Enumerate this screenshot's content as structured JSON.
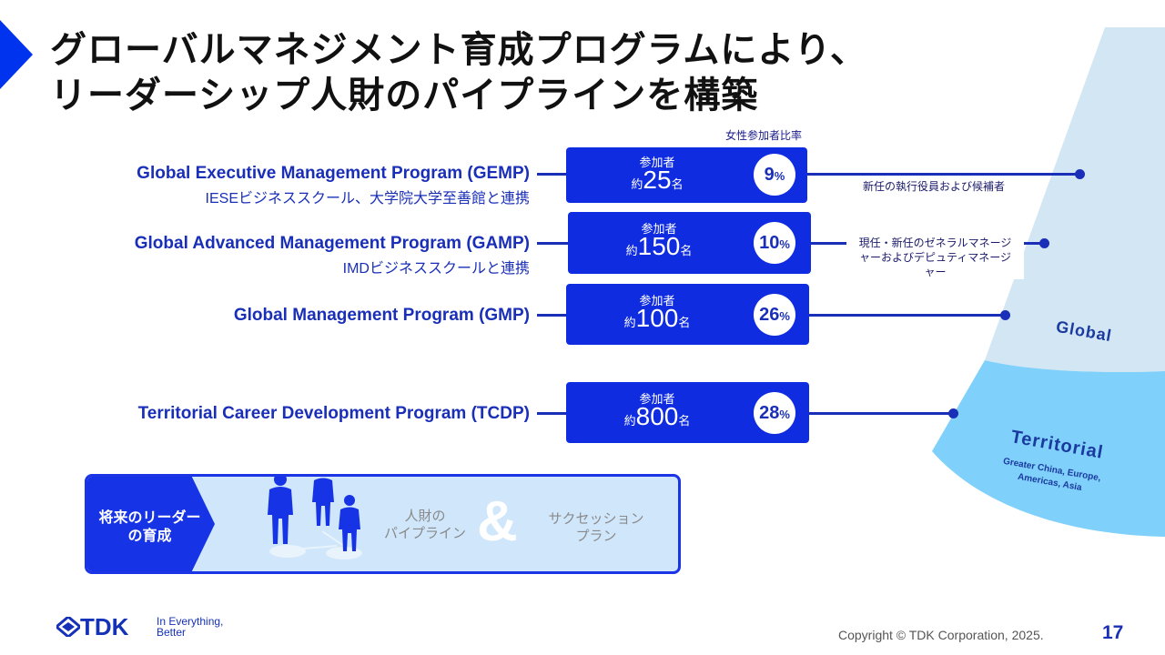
{
  "title": {
    "line1": "グローバルマネジメント育成プログラムにより、",
    "line2": "リーダーシップ人財のパイプラインを構築"
  },
  "female_ratio_header": "女性参加者比率",
  "participants_label": "参加者",
  "approx_prefix": "約",
  "count_suffix": "名",
  "percent_sign": "%",
  "programs": [
    {
      "name": "Global Executive Management Program (GEMP)",
      "sub": "IESEビジネススクール、大学院大学至善館と連携",
      "count": "25",
      "female_pct": "9",
      "target": "新任の執行役員および候補者"
    },
    {
      "name": "Global Advanced Management Program (GAMP)",
      "sub": "IMDビジネススクールと連携",
      "count": "150",
      "female_pct": "10",
      "target": "現任・新任のゼネラルマネージャーおよびデピュティマネージャー",
      "target_lines": [
        "現任・新任のゼネラルマネージ",
        "ャーおよびデピュティマネージ",
        "ャー"
      ]
    },
    {
      "name": "Global Management Program (GMP)",
      "sub": "",
      "count": "100",
      "female_pct": "26",
      "target": ""
    },
    {
      "name": "Territorial Career Development Program (TCDP)",
      "sub": "",
      "count": "800",
      "female_pct": "28",
      "target": ""
    }
  ],
  "funnel": {
    "global_label": "Global",
    "territorial_label": "Territorial",
    "territorial_sub_lines": [
      "Greater China, Europe,",
      "Americas, Asia"
    ],
    "colors": {
      "global": "#d3e6f4",
      "territorial": "#7fd0fa"
    }
  },
  "future_banner": {
    "arrow_lines": [
      "将来のリーダー",
      "の育成"
    ],
    "pipeline_lines": [
      "人財の",
      "パイプライン"
    ],
    "amp": "&",
    "succession_lines": [
      "サクセッション",
      "プラン"
    ]
  },
  "logo": {
    "name": "TDK",
    "tagline_lines": [
      "In Everything,",
      "Better"
    ]
  },
  "copyright": "Copyright © TDK Corporation, 2025.",
  "page_number": "17",
  "colors": {
    "accent": "#0f2ce0",
    "text_blue": "#1a2fb8"
  }
}
